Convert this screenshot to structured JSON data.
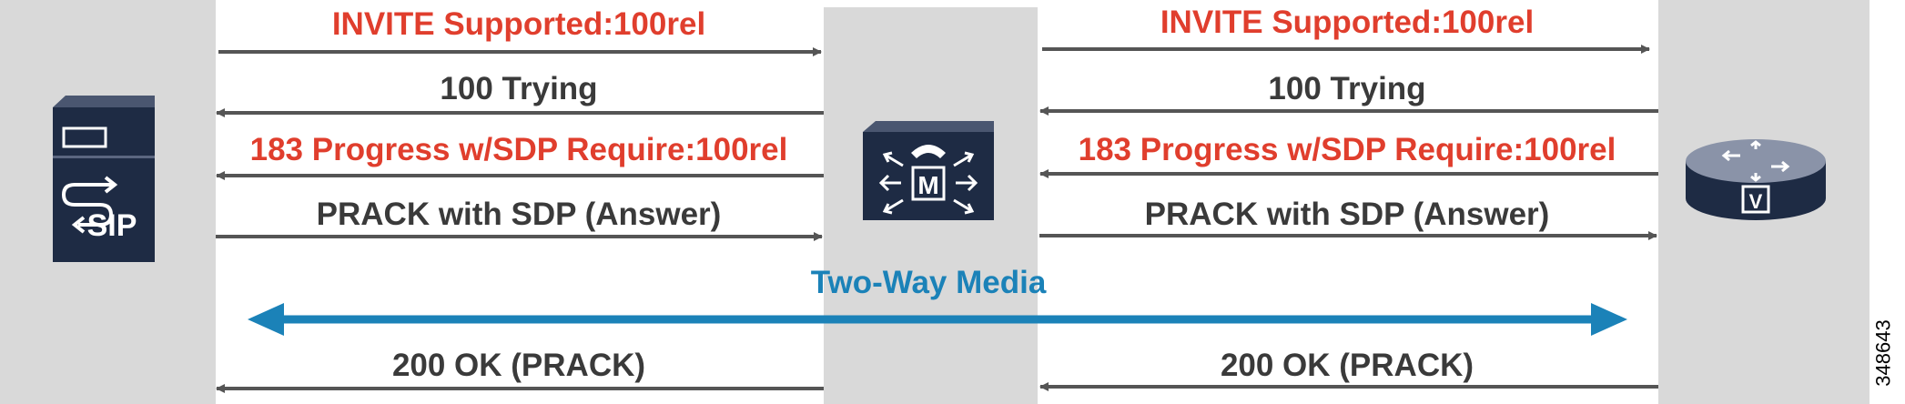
{
  "left_messages": [
    {
      "text": "INVITE Supported:100rel",
      "color": "red",
      "direction": "right"
    },
    {
      "text": "100 Trying",
      "color": "dark",
      "direction": "left"
    },
    {
      "text": "183 Progress w/SDP Require:100rel",
      "color": "red",
      "direction": "left"
    },
    {
      "text": "PRACK with SDP (Answer)",
      "color": "dark",
      "direction": "right"
    },
    {
      "text": "200 OK (PRACK)",
      "color": "dark",
      "direction": "left"
    }
  ],
  "right_messages": [
    {
      "text": "INVITE Supported:100rel",
      "color": "red",
      "direction": "right"
    },
    {
      "text": "100 Trying",
      "color": "dark",
      "direction": "left"
    },
    {
      "text": "183 Progress w/SDP Require:100rel",
      "color": "red",
      "direction": "left"
    },
    {
      "text": "PRACK with SDP (Answer)",
      "color": "dark",
      "direction": "right"
    },
    {
      "text": "200 OK (PRACK)",
      "color": "dark",
      "direction": "left"
    }
  ],
  "media": {
    "label": "Two-Way Media",
    "direction": "both"
  },
  "figure_id": "348643",
  "endpoints": {
    "left": {
      "icon": "sip-trunk-icon",
      "label": "SIP"
    },
    "middle": {
      "icon": "media-termination-point-icon",
      "label": "M"
    },
    "right": {
      "icon": "voice-router-icon",
      "label": "V"
    }
  },
  "colors": {
    "red": "#e03e2d",
    "dark": "#3a3a3a",
    "media": "#1b82b8",
    "arrow": "#555555",
    "column": "#d9d9d9"
  }
}
